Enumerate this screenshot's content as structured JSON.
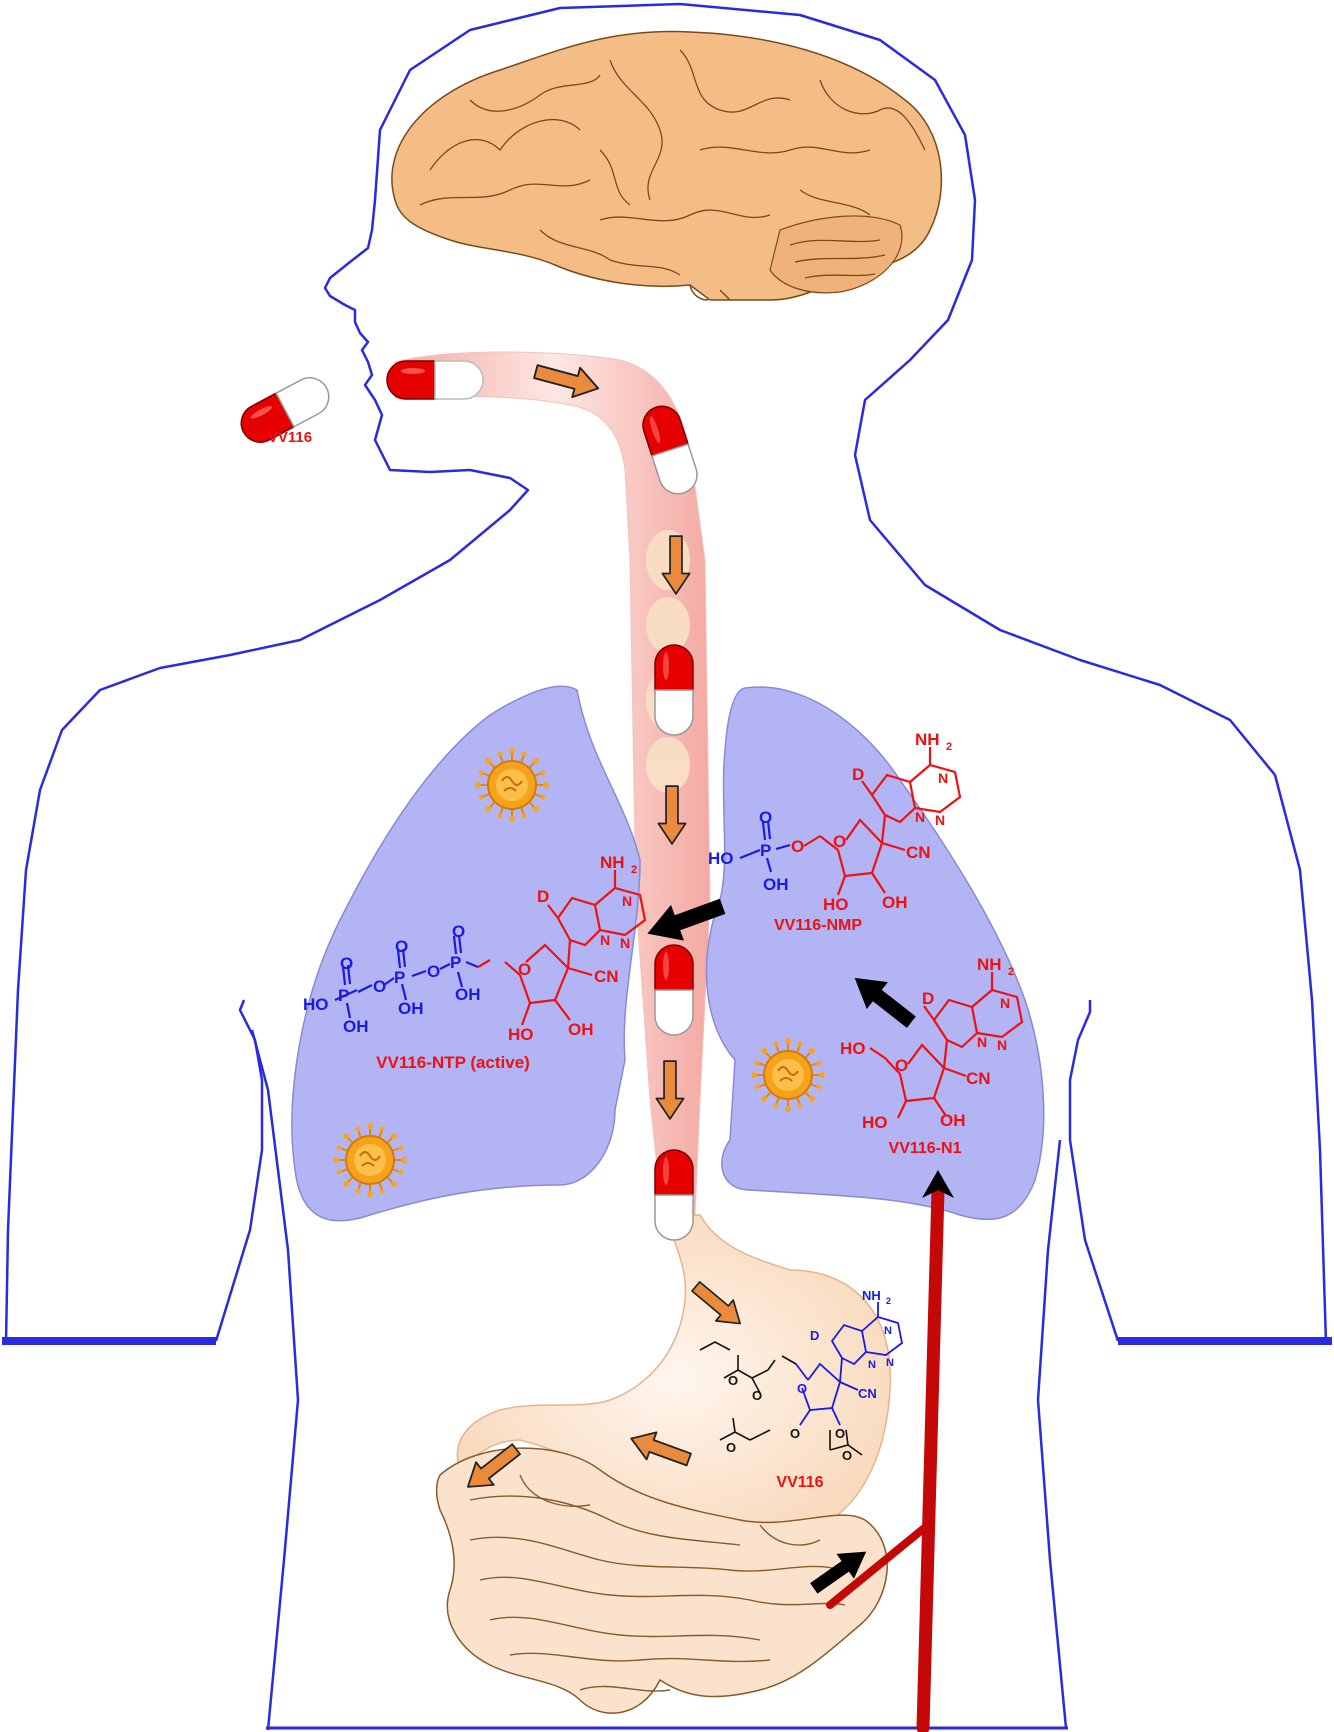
{
  "labels": {
    "pill_outside": "VV116",
    "ntp": "VV116-NTP (active)",
    "nmp": "VV116-NMP",
    "n1": "VV116-N1",
    "stomach_compound": "VV116"
  },
  "chem": {
    "D": "D",
    "NH2": "NH",
    "sub2": "2",
    "N": "N",
    "O": "O",
    "P": "P",
    "OH": "OH",
    "HO": "HO",
    "CN": "CN"
  },
  "colors": {
    "body_outline": "#2a2ae0",
    "brain": "#f5bd86",
    "lung": "#b3b4f4",
    "esophagus": "#f7c9c3",
    "gut": "#fbe2cc",
    "arrow_orange": "#ea8a3c",
    "arrow_black": "#000000",
    "blood_vessel": "#c40808",
    "red_chem": "#ee1111",
    "blue_chem": "#1a1ae6",
    "pill_red": "#e60000",
    "virus": "#f39a1b"
  },
  "icons": [
    "brain-icon",
    "virus-icon",
    "capsule-icon",
    "stomach-icon",
    "intestine-icon",
    "blood-vessel-icon"
  ]
}
